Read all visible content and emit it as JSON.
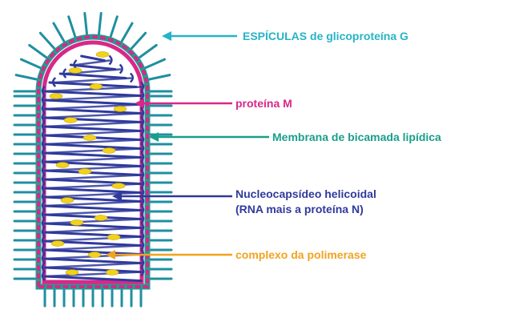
{
  "labels": {
    "spikes": "ESPÍCULAS de glicoproteína G",
    "protein_m": "proteína M",
    "membrane": "Membrana de bicamada lipídica",
    "nucleocapsid_1": "Nucleocapsídeo helicoidal",
    "nucleocapsid_2": "(RNA mais a proteína N)",
    "polymerase": "complexo da polimerase"
  },
  "colors": {
    "spike": "#1f8fa0",
    "spike_head": "#3fb6c6",
    "protein_m": "#d9278a",
    "membrane": "#1aa28f",
    "nucleocapsid": "#2f3a9c",
    "polymerase": "#f2a31e",
    "polymerase_dot": "#f1d21c",
    "spikes_text": "#27b3c7",
    "protein_m_text": "#d9278a",
    "membrane_text": "#199e8a",
    "nucleocapsid_text": "#2f3a9c",
    "polymerase_text": "#f2a31e"
  }
}
